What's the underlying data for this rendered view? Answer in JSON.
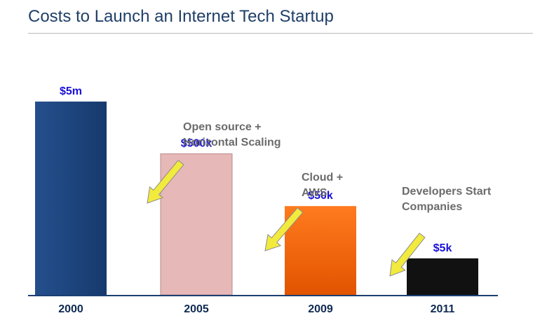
{
  "page": {
    "title": "Costs to Launch an Internet Tech Startup"
  },
  "chart_data": {
    "type": "bar",
    "title": "Costs to Launch an Internet Tech Startup",
    "categories": [
      "2000",
      "2005",
      "2009",
      "2011"
    ],
    "values": [
      5000000,
      500000,
      50000,
      5000
    ],
    "value_labels": [
      "$5m",
      "$500k",
      "$50k",
      "$5k"
    ],
    "bar_colors": [
      "#1c4580",
      "#e7b8b8",
      "#f2640a",
      "#111111"
    ],
    "scale": "log",
    "ylim": [
      1000,
      5000000
    ],
    "xlabel": "",
    "ylabel": "",
    "grid": false,
    "legend": "none",
    "annotations": [
      {
        "text_lines": [
          "Open source +",
          "Horizontal Scaling"
        ],
        "arrow_color": "#f2ea3d"
      },
      {
        "text_lines": [
          "Cloud +",
          "AWS"
        ],
        "arrow_color": "#f2ea3d"
      },
      {
        "text_lines": [
          "Developers Start",
          "Companies"
        ],
        "arrow_color": "#f2ea3d"
      }
    ]
  }
}
